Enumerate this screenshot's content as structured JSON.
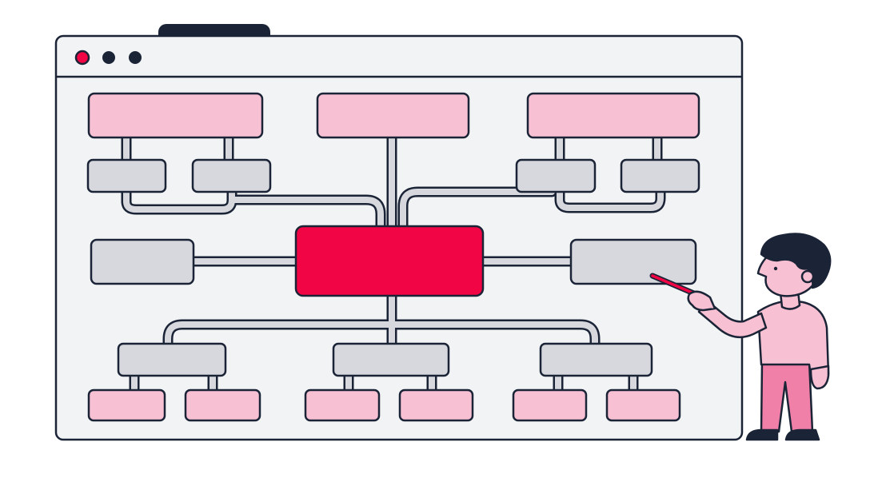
{
  "window": {
    "controls": [
      "close-dot",
      "minimize-dot",
      "maximize-dot"
    ],
    "tab": "browser-tab"
  },
  "diagram": {
    "type": "mind-map",
    "central_node": {
      "label": ""
    },
    "top_branches": [
      {
        "label": "",
        "children": [
          {
            "label": ""
          },
          {
            "label": ""
          }
        ]
      },
      {
        "label": "",
        "children": []
      },
      {
        "label": "",
        "children": [
          {
            "label": ""
          },
          {
            "label": ""
          }
        ]
      }
    ],
    "side_branches": [
      {
        "label": ""
      },
      {
        "label": ""
      }
    ],
    "bottom_branches": [
      {
        "label": "",
        "children": [
          {
            "label": ""
          },
          {
            "label": ""
          }
        ]
      },
      {
        "label": "",
        "children": [
          {
            "label": ""
          },
          {
            "label": ""
          }
        ]
      },
      {
        "label": "",
        "children": [
          {
            "label": ""
          },
          {
            "label": ""
          }
        ]
      }
    ]
  },
  "presenter": {
    "holding": "pointer-stick"
  },
  "colors": {
    "outline": "#1b2437",
    "window_bg": "#f2f3f5",
    "central": "#f20544",
    "pink": "#f8c1d3",
    "gray": "#d6d8de",
    "connector": "#d6d8de",
    "skin": "#f8c1d3",
    "pants": "#f080a8",
    "hair": "#1b2437",
    "dot_red": "#f20544"
  }
}
